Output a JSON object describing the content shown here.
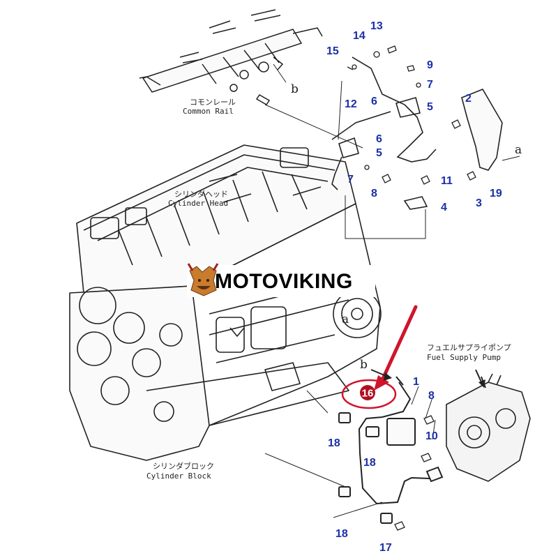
{
  "brand": {
    "name": "MOTOVIKING"
  },
  "labels": {
    "common_rail_jp": "コモンレール",
    "common_rail_en": "Common Rail",
    "cylinder_head_jp": "シリンダヘッド",
    "cylinder_head_en": "Cylinder Head",
    "cylinder_block_jp": "シリンダブロック",
    "cylinder_block_en": "Cylinder Block",
    "fuel_pump_jp": "フュエルサプライポンプ",
    "fuel_pump_en": "Fuel Supply Pump"
  },
  "letters": {
    "a": "a",
    "b": "b"
  },
  "highlight": {
    "number": "16",
    "color": "#c8102e"
  },
  "colors": {
    "part_number": "#1a2fa8",
    "line": "#222222",
    "highlight": "#d0142c"
  },
  "parts": [
    {
      "id": "p13",
      "label": "13"
    },
    {
      "id": "p14",
      "label": "14"
    },
    {
      "id": "p15",
      "label": "15"
    },
    {
      "id": "p9",
      "label": "9"
    },
    {
      "id": "p7a",
      "label": "7"
    },
    {
      "id": "p12",
      "label": "12"
    },
    {
      "id": "p6a",
      "label": "6"
    },
    {
      "id": "p5a",
      "label": "5"
    },
    {
      "id": "p2",
      "label": "2"
    },
    {
      "id": "p6b",
      "label": "6"
    },
    {
      "id": "p5b",
      "label": "5"
    },
    {
      "id": "p7b",
      "label": "7"
    },
    {
      "id": "p8a",
      "label": "8"
    },
    {
      "id": "p11",
      "label": "11"
    },
    {
      "id": "p3",
      "label": "3"
    },
    {
      "id": "p19",
      "label": "19"
    },
    {
      "id": "p4",
      "label": "4"
    },
    {
      "id": "p1",
      "label": "1"
    },
    {
      "id": "p8b",
      "label": "8"
    },
    {
      "id": "p10",
      "label": "10"
    },
    {
      "id": "p18a",
      "label": "18"
    },
    {
      "id": "p18b",
      "label": "18"
    },
    {
      "id": "p18c",
      "label": "18"
    },
    {
      "id": "p17",
      "label": "17"
    }
  ]
}
